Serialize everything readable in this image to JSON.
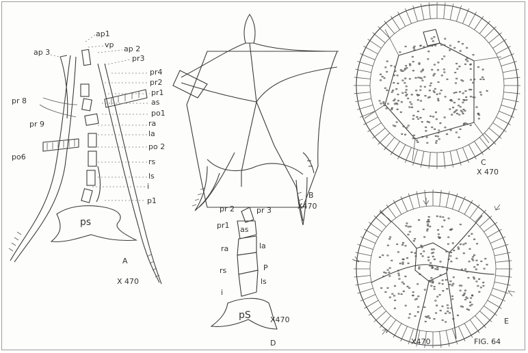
{
  "figure": {
    "number_label": "FIG. 64",
    "panel_A": {
      "letter": "A",
      "scale": "X 470",
      "labels": {
        "ap1": "ap1",
        "vp": "vp",
        "ap2": "ap 2",
        "ap3": "ap 3",
        "pr3": "pr3",
        "pr4": "pr4",
        "pr2": "pr2",
        "pr1": "pr1",
        "pr8": "pr 8",
        "pr9": "pr 9",
        "as": "as",
        "po1": "po1",
        "ra": "ra",
        "la": "la",
        "po2": "po 2",
        "po6": "po6",
        "rs": "rs",
        "ls": "ls",
        "i": "i",
        "p1": "p1",
        "ps": "ps"
      }
    },
    "panel_B": {
      "letter": "B",
      "scale": "X470"
    },
    "panel_C": {
      "letter": "C",
      "scale": "X 470"
    },
    "panel_D": {
      "letter": "D",
      "scale": "X470",
      "labels": {
        "pr2": "pr 2",
        "pr3": "pr 3",
        "pr1": "pr1",
        "as": "as",
        "ra": "ra",
        "la": "la",
        "p": "P",
        "rs": "rs",
        "ls": "ls",
        "i": "i",
        "ps": "pS"
      }
    },
    "panel_E": {
      "letter": "E",
      "scale": "X470"
    }
  }
}
